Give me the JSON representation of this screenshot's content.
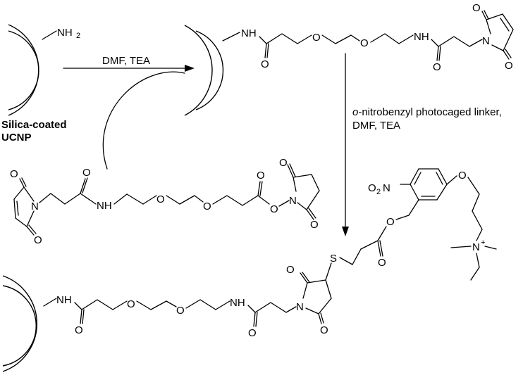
{
  "nanoparticle": {
    "label_line1": "Silica-coated",
    "label_line2": "UCNP"
  },
  "reagents": {
    "step1": "DMF, TEA",
    "step2_prefix": "o",
    "step2_line1_rest": "-nitrobenzyl photocaged linker,",
    "step2_line2": "DMF, TEA"
  },
  "atoms": {
    "nh": "NH",
    "nh2_n": "NH",
    "nh2_sub": "2",
    "o": "O",
    "n": "N",
    "s": "S",
    "nitro_o": "O",
    "nitro_sub": "2",
    "nitro_n": "N",
    "charge": "+"
  }
}
